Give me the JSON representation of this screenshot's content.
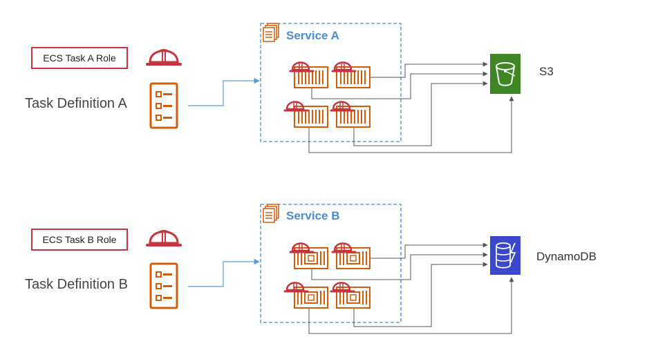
{
  "rows": [
    {
      "role_label": "ECS Task A Role",
      "task_label": "Task Definition A",
      "service_title": "Service A",
      "resource_label": "S3",
      "resource_icon": "s3-bucket-icon",
      "resource_color": "#3f8624"
    },
    {
      "role_label": "ECS Task B Role",
      "task_label": "Task Definition B",
      "service_title": "Service B",
      "resource_label": "DynamoDB",
      "resource_icon": "dynamodb-icon",
      "resource_color": "#3b48cc"
    }
  ],
  "colors": {
    "role_red": "#c7343f",
    "ecs_orange": "#d45b07",
    "service_dash": "#4a8ccf",
    "arrow_blue": "#5b9bd5",
    "connector_gray": "#555555"
  }
}
